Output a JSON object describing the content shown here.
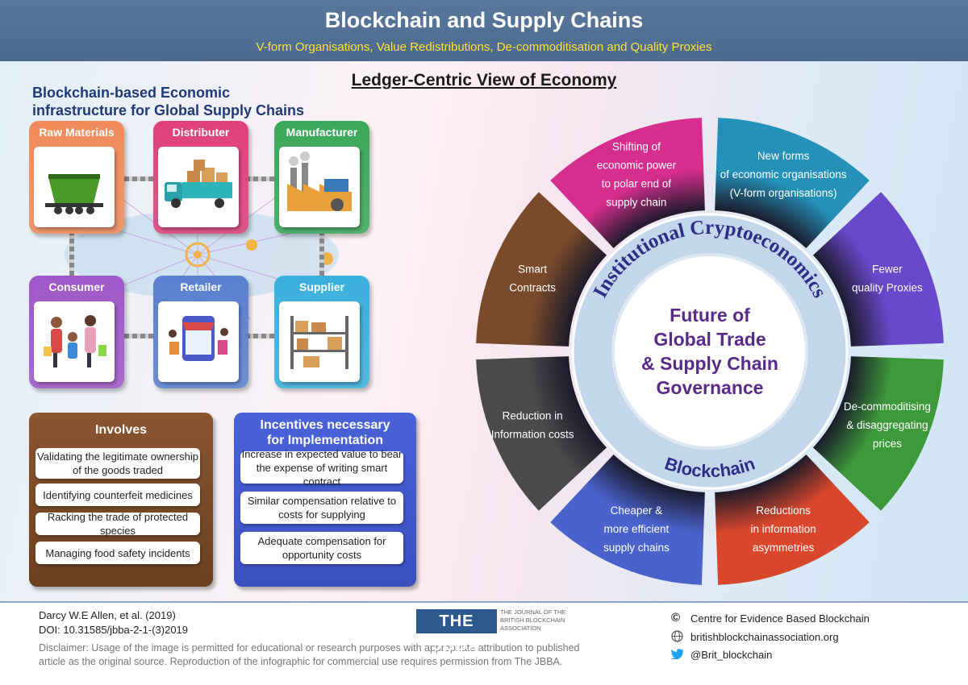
{
  "header": {
    "title": "Blockchain and Supply Chains",
    "subtitle": "V-form Organisations, Value Redistributions, De-commoditisation and Quality Proxies"
  },
  "main_title": "Ledger-Centric View of Economy",
  "left_title": [
    "Blockchain-based Economic",
    "infrastructure for Global Supply Chains"
  ],
  "cards": [
    {
      "label": "Raw Materials",
      "color": "#f08a5a",
      "icon": "hopper-wagon-icon"
    },
    {
      "label": "Distributer",
      "color": "#e0407a",
      "icon": "delivery-truck-icon"
    },
    {
      "label": "Manufacturer",
      "color": "#3aa85a",
      "icon": "factory-icon"
    },
    {
      "label": "Consumer",
      "color": "#a058c8",
      "icon": "family-shopping-icon"
    },
    {
      "label": "Retailer",
      "color": "#5a80d0",
      "icon": "online-store-icon"
    },
    {
      "label": "Supplier",
      "color": "#3ab0dc",
      "icon": "warehouse-shelf-icon"
    }
  ],
  "involves": {
    "title": "Involves",
    "items": [
      "Validating the legitimate ownership of the goods traded",
      "Identifying counterfeit medicines",
      "Racking the trade of protected species",
      "Managing food safety incidents"
    ]
  },
  "incentives": {
    "title": [
      "Incentives necessary",
      "for Implementation"
    ],
    "items": [
      "Increase in expected value to bear the expense of writing smart contract",
      "Similar compensation relative to costs for supplying",
      "Adequate compensation for opportunity costs"
    ]
  },
  "wheel": {
    "center": [
      "Future of",
      "Global Trade",
      "& Supply Chain",
      "Governance"
    ],
    "ring_top": "Institutional Cryptoeconomics",
    "ring_bottom": "Blockchain",
    "segments": [
      {
        "lines": [
          "Shifting of",
          "economic power",
          "to polar end of",
          "supply chain"
        ],
        "color": "#d62e8e"
      },
      {
        "lines": [
          "New forms",
          "of economic organisations",
          "(V-form organisations)"
        ],
        "color": "#2590b8"
      },
      {
        "lines": [
          "Fewer",
          "quality Proxies"
        ],
        "color": "#6a48cc"
      },
      {
        "lines": [
          "De-commoditising",
          "& disaggregating",
          "prices"
        ],
        "color": "#3d9a3a"
      },
      {
        "lines": [
          "Reductions",
          "in information",
          "asymmetries"
        ],
        "color": "#d8462c"
      },
      {
        "lines": [
          "Cheaper &",
          "more efficient",
          "supply chains"
        ],
        "color": "#4a62cc"
      },
      {
        "lines": [
          "Reduction in",
          "Information costs"
        ],
        "color": "#4a4a4a"
      },
      {
        "lines": [
          "Smart",
          "Contracts"
        ],
        "color": "#7a4a2a"
      }
    ]
  },
  "footer": {
    "citation": [
      "Darcy W.E Allen, et al. (2019)",
      "DOI: 10.31585/jbba-2-1-(3)2019"
    ],
    "disclaimer": [
      "Disclaimer: Usage of the image is permitted for educational or research purposes with appropriate attribution to published",
      "article as the original source. Reproduction of the infographic for commercial use requires permission from The JBBA."
    ],
    "logo_text": "THE JBBA",
    "logo_small": [
      "THE JOURNAL OF THE",
      "BRITISH BLOCKCHAIN",
      "ASSOCIATION"
    ],
    "credits": [
      {
        "icon": "copyright-icon",
        "text": "Centre for Evidence Based Blockchain"
      },
      {
        "icon": "globe-icon",
        "text": "britishblockchainassociation.org"
      },
      {
        "icon": "twitter-icon",
        "text": "@Brit_blockchain"
      }
    ]
  }
}
